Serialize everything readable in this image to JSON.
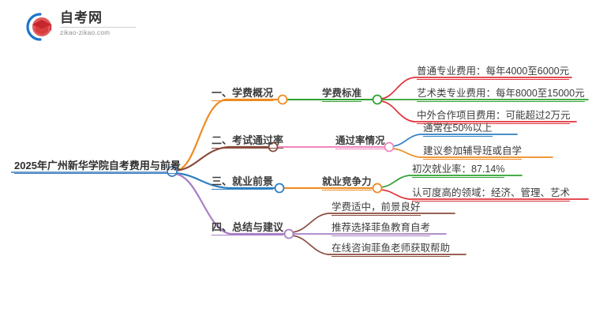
{
  "logo": {
    "mark_name": "zikao-logo-mark",
    "title": "自考网",
    "domain": "zikao-zikao.com",
    "arc_color": "#1a76c8",
    "cap_color": "#d93b3b",
    "cap_color_light": "#e0585a"
  },
  "mindmap": {
    "root": {
      "label": "2025年广州新华学院自考费用与前景",
      "color": "#3f7fbf"
    },
    "branches": [
      {
        "label": "一、学费概况",
        "color": "#ef8b21",
        "sub": {
          "label": "学费标准",
          "color": "#2fa02f",
          "leaves": [
            {
              "label": "普通专业费用：每年4000至6000元",
              "color": "#e0333a"
            },
            {
              "label": "艺术类专业费用：每年8000至15000元",
              "color": "#2fa02f"
            },
            {
              "label": "中外合作项目费用：可能超过2万元",
              "color": "#e0333a"
            }
          ]
        }
      },
      {
        "label": "二、考试通过率",
        "color": "#8a4b3c",
        "sub": {
          "label": "通过率情况",
          "color": "#ef86c0",
          "leaves": [
            {
              "label": "通常在50%以上",
              "color": "#2f7fc1"
            },
            {
              "label": "建议参加辅导班或自学",
              "color": "#ef8b21"
            }
          ]
        }
      },
      {
        "label": "三、就业前景",
        "color": "#2f7fc1",
        "sub": {
          "label": "就业竞争力",
          "color": "#ef8b21",
          "leaves": [
            {
              "label": "初次就业率：87.14%",
              "color": "#2fa02f"
            },
            {
              "label": "认可度高的领域：经济、管理、艺术",
              "color": "#e0333a"
            }
          ]
        }
      },
      {
        "label": "四、总结与建议",
        "color": "#a87fc4",
        "sub": {
          "label": null,
          "color": "#a87fc4",
          "leaves": [
            {
              "label": "学费适中，前景良好",
              "color": "#8a4b3c"
            },
            {
              "label": "推荐选择菲鱼教育自考",
              "color": "#a87fc4"
            },
            {
              "label": "在线咨询菲鱼老师获取帮助",
              "color": "#8a4b3c"
            }
          ]
        }
      }
    ]
  }
}
